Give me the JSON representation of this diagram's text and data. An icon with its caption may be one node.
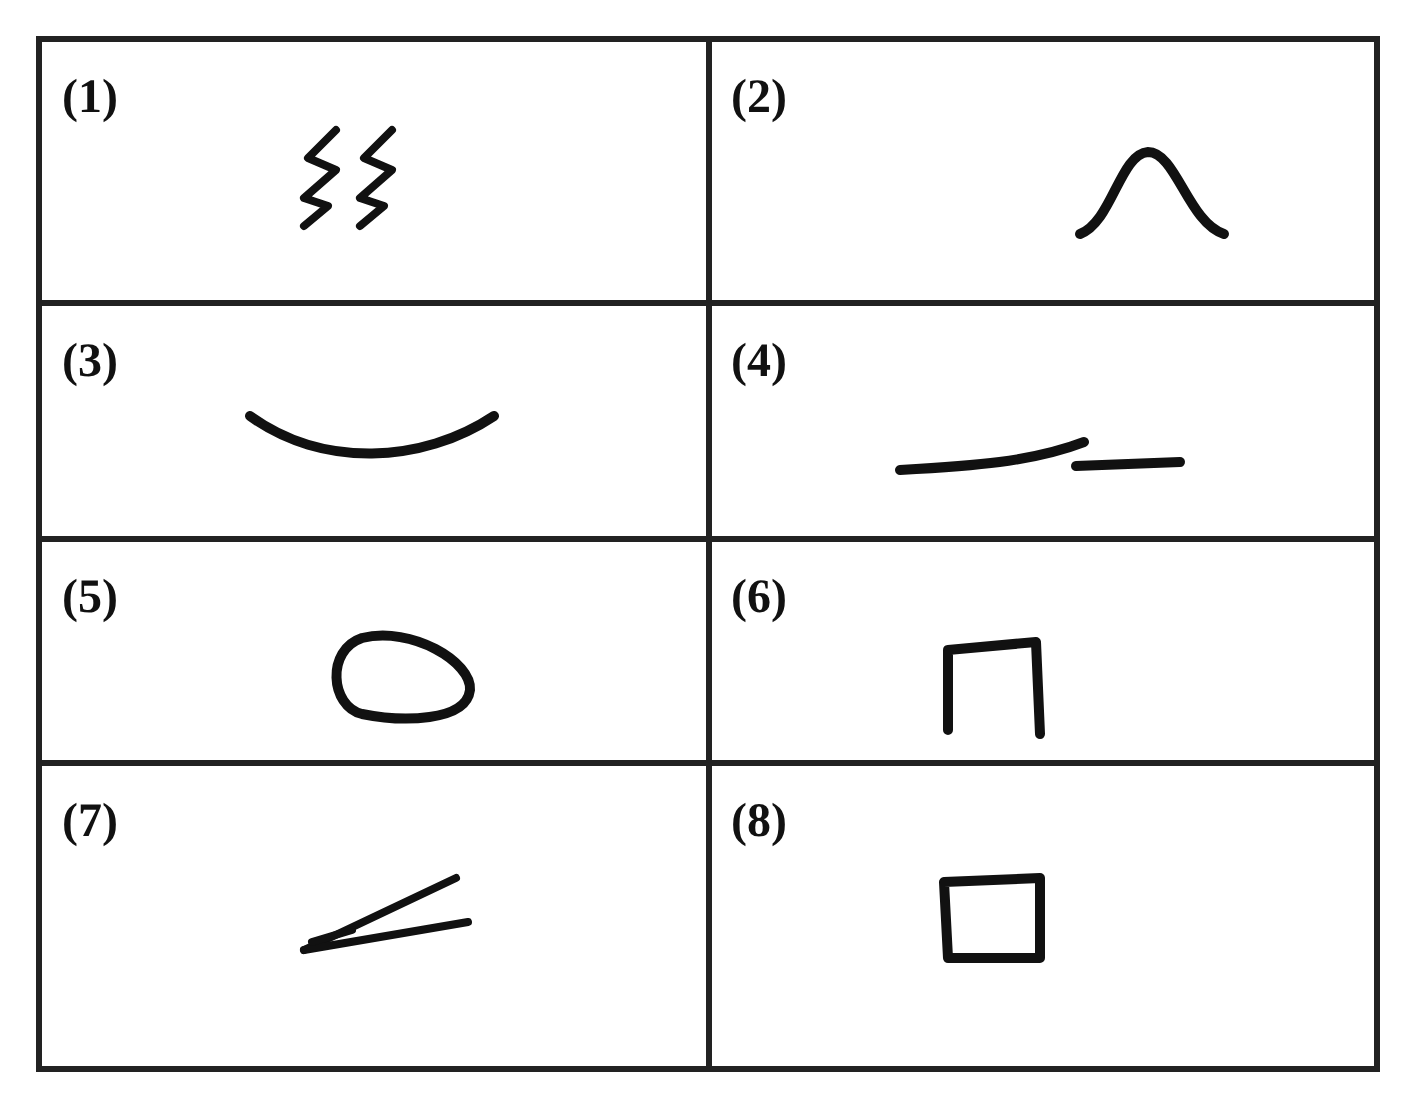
{
  "diagram": {
    "labels": [
      "(1)",
      "(2)",
      "(3)",
      "(4)",
      "(5)",
      "(6)",
      "(7)",
      "(8)"
    ]
  }
}
